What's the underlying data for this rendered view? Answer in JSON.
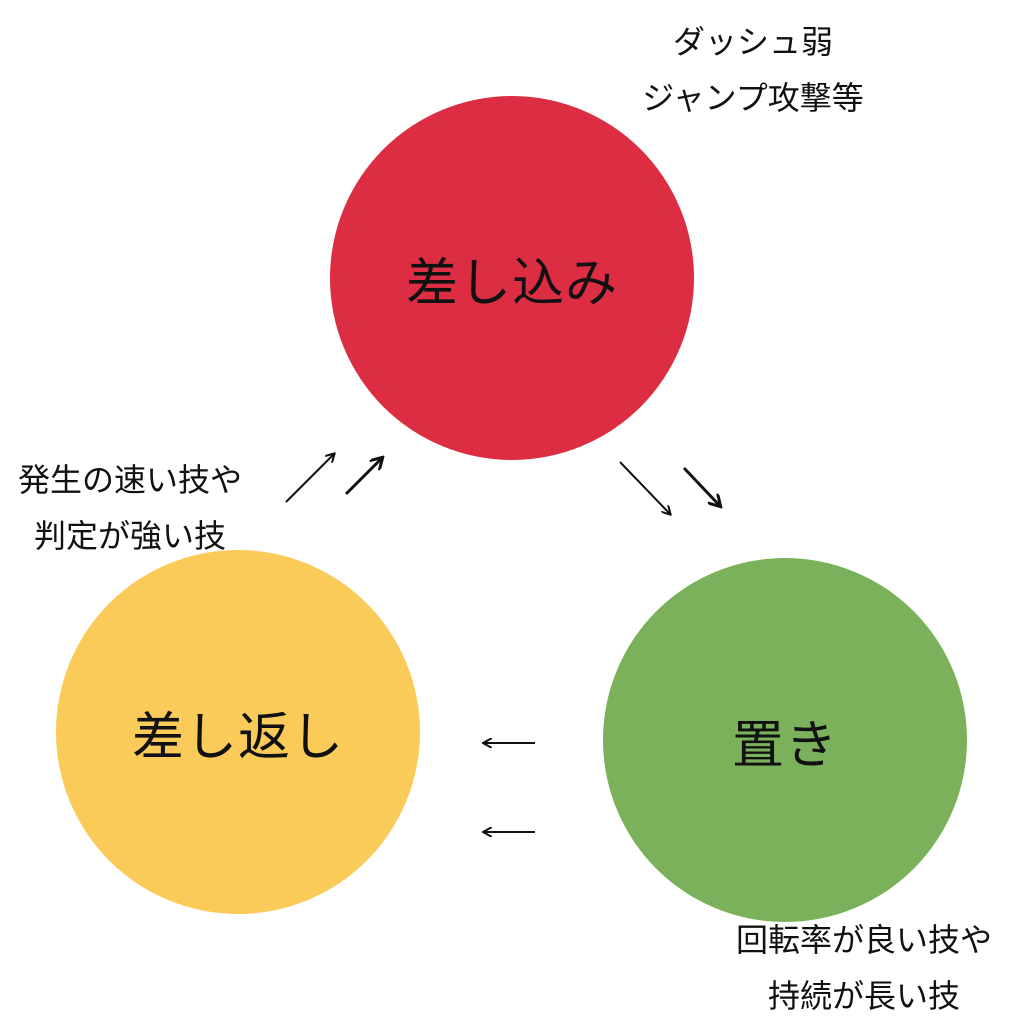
{
  "nodes": {
    "insert": {
      "label": "差し込み",
      "color": "#DC2D43"
    },
    "counter": {
      "label": "差し返し",
      "color": "#FBCB5A"
    },
    "place": {
      "label": "置き",
      "color": "#7BB15A"
    }
  },
  "notes": {
    "insert": [
      "ダッシュ弱",
      "ジャンプ攻撃等"
    ],
    "counter": [
      "発生の速い技や",
      "判定が強い技"
    ],
    "place": [
      "回転率が良い技や",
      "持続が長い技"
    ]
  }
}
